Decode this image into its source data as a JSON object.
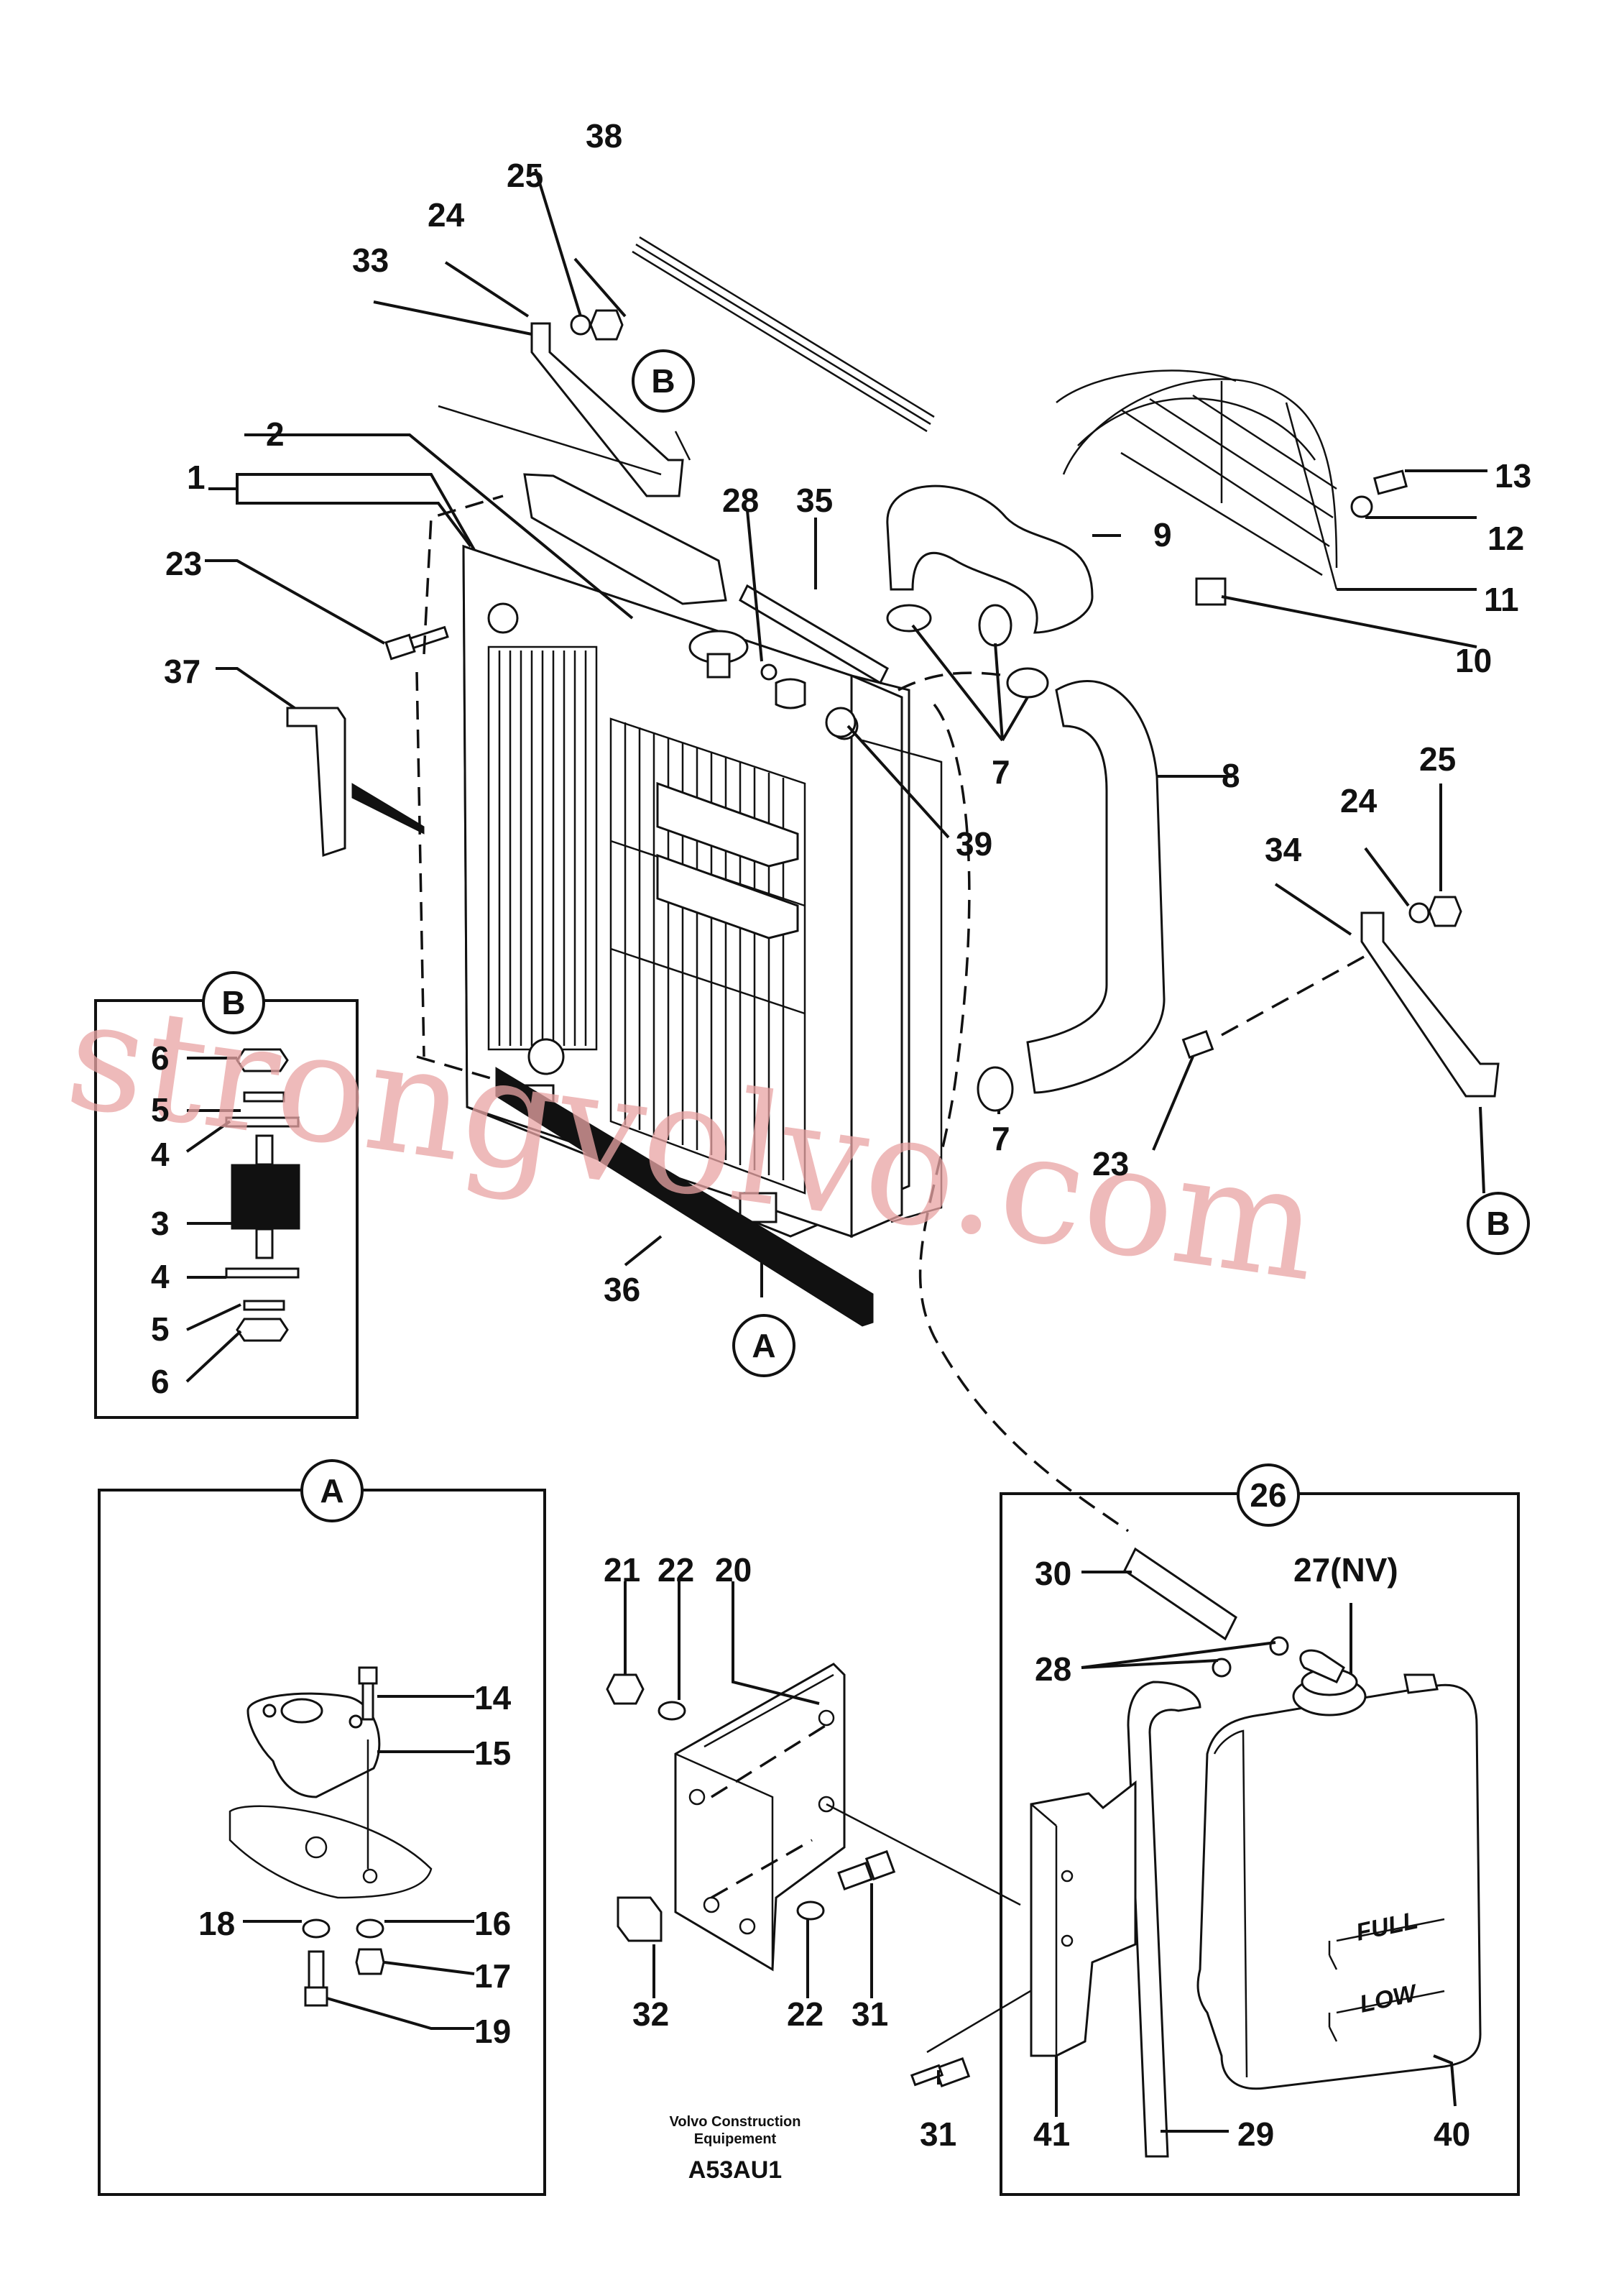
{
  "callouts": {
    "c1": "1",
    "c2": "2",
    "c3": "3",
    "c4a": "4",
    "c4b": "4",
    "c5a": "5",
    "c5b": "5",
    "c6a": "6",
    "c6b": "6",
    "c7a": "7",
    "c7b": "7",
    "c8": "8",
    "c9": "9",
    "c10": "10",
    "c11": "11",
    "c12": "12",
    "c13": "13",
    "c14": "14",
    "c15": "15",
    "c16": "16",
    "c17": "17",
    "c18": "18",
    "c19": "19",
    "c20": "20",
    "c21": "21",
    "c22a": "22",
    "c22b": "22",
    "c23a": "23",
    "c23b": "23",
    "c24a": "24",
    "c24b": "24",
    "c25a": "25",
    "c25b": "25",
    "c27": "27(NV)",
    "c28a": "28",
    "c28b": "28",
    "c29": "29",
    "c30": "30",
    "c31a": "31",
    "c31b": "31",
    "c32": "32",
    "c33": "33",
    "c34": "34",
    "c35": "35",
    "c36": "36",
    "c37": "37",
    "c38": "38",
    "c39": "39",
    "c40": "40",
    "c41": "41"
  },
  "detail_markers": {
    "a_main": "A",
    "a_box": "A",
    "b_top": "B",
    "b_right": "B",
    "b_box": "B",
    "n26": "26"
  },
  "tank_labels": {
    "full": "FULL",
    "low": "LOW"
  },
  "footer": {
    "maker_line1": "Volvo Construction",
    "maker_line2": "Equipement",
    "drawing_code": "A53AU1"
  },
  "watermark": "strongvolvo.com"
}
